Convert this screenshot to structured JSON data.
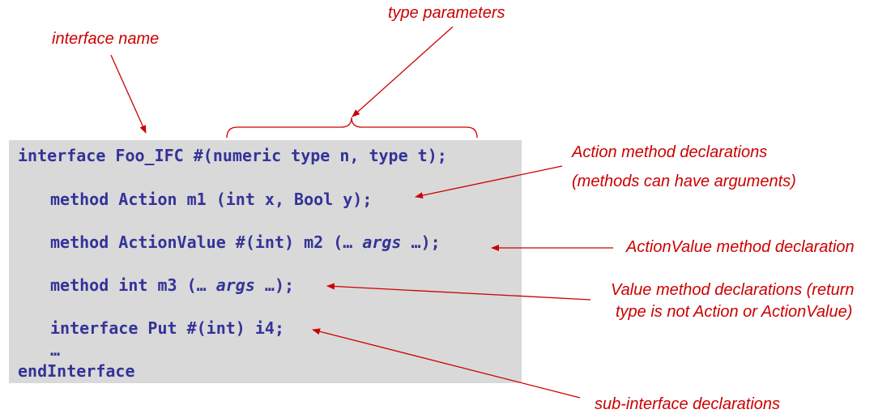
{
  "code": {
    "line1": "interface Foo_IFC #(numeric type n, type t);",
    "line2": "method Action m1 (int x, Bool y);",
    "line3_pre": "method ActionValue #(int) m2 (… ",
    "line3_arg": "args",
    "line3_post": " …);",
    "line4_pre": "method int m3 (… ",
    "line4_arg": "args",
    "line4_post": " …);",
    "line5": "interface Put #(int) i4;",
    "line6": "…",
    "line7": "endInterface"
  },
  "annotations": {
    "interface_name": "interface name",
    "type_parameters": "type parameters",
    "action_method": "Action method declarations",
    "action_method_sub": "(methods can have arguments)",
    "actionvalue_method": "ActionValue method declaration",
    "value_method_line1": "Value method declarations (return",
    "value_method_line2": "type is not Action or ActionValue)",
    "subinterface": "sub-interface declarations"
  },
  "colors": {
    "code_text": "#333399",
    "annotation": "#cc0000",
    "code_background": "#d9d9d9"
  }
}
